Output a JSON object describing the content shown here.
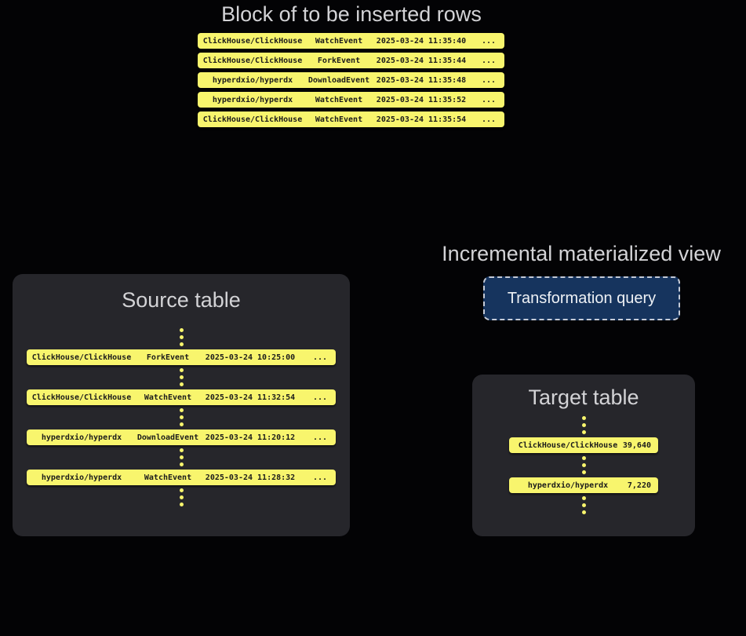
{
  "colors": {
    "background": "#030305",
    "row_yellow": "#F8F56D",
    "row_text": "#1B1B1B",
    "panel_gray": "#26262B",
    "heading_gray": "#D3D3D6",
    "button_navy": "#16345E",
    "button_border": "#C5CBD8",
    "button_text": "#EEF1F5"
  },
  "insert_block": {
    "title": "Block of to be inserted rows",
    "rows": [
      {
        "repo": "ClickHouse/ClickHouse",
        "event": "WatchEvent",
        "timestamp": "2025-03-24 11:35:40",
        "more": "..."
      },
      {
        "repo": "ClickHouse/ClickHouse",
        "event": "ForkEvent",
        "timestamp": "2025-03-24 11:35:44",
        "more": "..."
      },
      {
        "repo": "hyperdxio/hyperdx",
        "event": "DownloadEvent",
        "timestamp": "2025-03-24 11:35:48",
        "more": "..."
      },
      {
        "repo": "hyperdxio/hyperdx",
        "event": "WatchEvent",
        "timestamp": "2025-03-24 11:35:52",
        "more": "..."
      },
      {
        "repo": "ClickHouse/ClickHouse",
        "event": "WatchEvent",
        "timestamp": "2025-03-24 11:35:54",
        "more": "..."
      }
    ]
  },
  "source_table": {
    "title": "Source table",
    "rows": [
      {
        "repo": "ClickHouse/ClickHouse",
        "event": "ForkEvent",
        "timestamp": "2025-03-24 10:25:00",
        "more": "..."
      },
      {
        "repo": "ClickHouse/ClickHouse",
        "event": "WatchEvent",
        "timestamp": "2025-03-24 11:32:54",
        "more": "..."
      },
      {
        "repo": "hyperdxio/hyperdx",
        "event": "DownloadEvent",
        "timestamp": "2025-03-24 11:20:12",
        "more": "..."
      },
      {
        "repo": "hyperdxio/hyperdx",
        "event": "WatchEvent",
        "timestamp": "2025-03-24 11:28:32",
        "more": "..."
      }
    ]
  },
  "materialized_view": {
    "title": "Incremental materialized view",
    "button_label": "Transformation query"
  },
  "target_table": {
    "title": "Target table",
    "rows": [
      {
        "repo": "ClickHouse/ClickHouse",
        "count": "39,640"
      },
      {
        "repo": "hyperdxio/hyperdx",
        "count": "7,220"
      }
    ]
  }
}
